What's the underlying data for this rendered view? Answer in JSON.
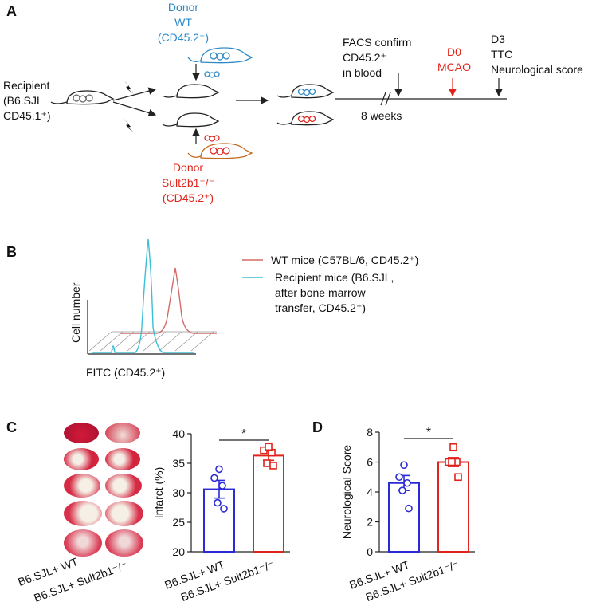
{
  "panel_a": {
    "label": "A",
    "recipient": [
      "Recipient",
      "(B6.SJL",
      "CD45.1⁺)"
    ],
    "donor_wt": [
      "Donor",
      "WT",
      "(CD45.2⁺)"
    ],
    "donor_ko": [
      "Donor",
      "Sult2b1⁻/⁻",
      "(CD45.2⁺)"
    ],
    "facs": [
      "FACS confirm",
      "CD45.2⁺",
      "in blood"
    ],
    "weeks": "8 weeks",
    "d0": [
      "D0",
      "MCAO"
    ],
    "d3": [
      "D3",
      "TTC",
      "Neurological score"
    ]
  },
  "panel_b": {
    "label": "B",
    "legend": [
      {
        "lines": [
          "WT mice (C57BL/6, CD45.2⁺)"
        ],
        "color": "#d36b68"
      },
      {
        "lines": [
          "Recipient mice (B6.SJL,",
          "after bone marrow",
          "transfer, CD45.2⁺)"
        ],
        "color": "#3bbfd6"
      }
    ],
    "ylabel": "Cell number",
    "xlabel": "FITC (CD45.2⁺)"
  },
  "panel_c": {
    "label": "C",
    "image_labels": [
      "B6.SJL+ WT",
      "B6.SJL+ Sult2b1⁻/⁻"
    ]
  },
  "chart_data": [
    {
      "type": "bar",
      "panel": "C",
      "ylabel": "Infarct (%)",
      "ylim": [
        20,
        40
      ],
      "yticks": [
        20,
        25,
        30,
        35,
        40
      ],
      "categories": [
        "B6.SJL+ WT",
        "B6.SJL+ Sult2b1⁻/⁻"
      ],
      "values": [
        30.6,
        36.3
      ],
      "errors": [
        1.5,
        0.8
      ],
      "points": [
        [
          32.5,
          31.2,
          28.3,
          27.3,
          34.0
        ],
        [
          37.2,
          36.8,
          35.0,
          34.6,
          37.8
        ]
      ],
      "significance": "*",
      "colors": [
        "#2a2ad6",
        "#e0241b"
      ]
    },
    {
      "type": "bar",
      "panel": "D",
      "ylabel": "Neurological Score",
      "ylim": [
        0,
        8
      ],
      "yticks": [
        0,
        2,
        4,
        6,
        8
      ],
      "categories": [
        "B6.SJL+ WT",
        "B6.SJL+ Sult2b1⁻/⁻"
      ],
      "values": [
        4.6,
        6.0
      ],
      "errors": [
        0.5,
        0.3
      ],
      "points": [
        [
          5.0,
          4.6,
          4.1,
          2.9,
          5.8
        ],
        [
          6.0,
          6.0,
          6.0,
          5.0,
          7.0
        ]
      ],
      "significance": "*",
      "colors": [
        "#2a2ad6",
        "#e0241b"
      ]
    }
  ],
  "panel_d": {
    "label": "D"
  }
}
